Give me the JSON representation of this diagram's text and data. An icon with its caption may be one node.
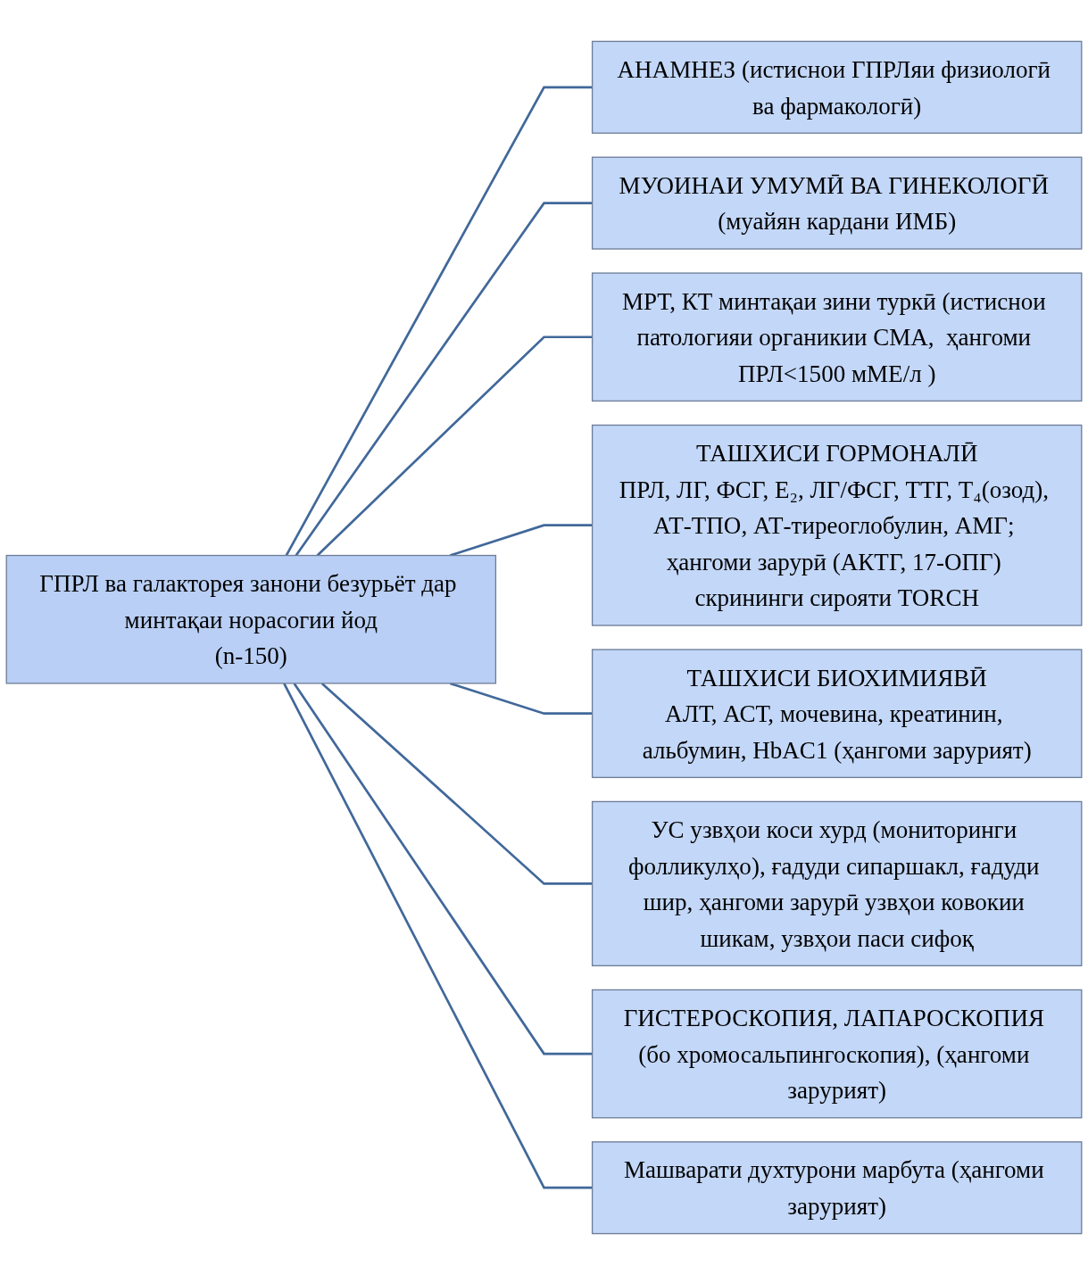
{
  "diagram": {
    "nodes": [
      {
        "text": [
          "ГПРЛ ва галакторея занони безурьёт дар минтақаи норасогии йод",
          "(n-150)"
        ]
      },
      {
        "text": [
          "АНАМНЕЗ (истиснои ГПРЛяи физиологӣ ва фармакологӣ)"
        ]
      },
      {
        "text": [
          "МУОИНАИ УМУМӢ ВА ГИНЕКОЛОГӢ (муайян кардани ИМБ)"
        ]
      },
      {
        "text": [
          "МРТ, КТ минтақаи зини туркӣ (истиснои патологияи органикии СМА,  ҳангоми ПРЛ<1500 мМЕ/л )"
        ]
      },
      {
        "text": [
          "ТАШХИСИ ГОРМОНАЛӢ",
          "ПРЛ, ЛГ, ФСГ, Е₂, ЛГ/ФСГ, ТТГ, Т₄(озод), АТ-ТПО, АТ-тиреоглобулин, АМГ; ҳангоми зарурӣ (АКТГ, 17-ОПГ) скрининги сирояти TORCH"
        ]
      },
      {
        "text": [
          "ТАШХИСИ БИОХИМИЯВӢ",
          "АЛТ, АСТ, мочевина, креатинин, альбумин, HbAC1 (ҳангоми зарурият)"
        ]
      },
      {
        "text": [
          "УС узвҳои коси хурд (мониторинги фолликулҳо), ғадуди сипаршакл, ғадуди шир, ҳангоми зарурӣ узвҳои ковокии шикам, узвҳои паси сифоқ"
        ]
      },
      {
        "text": [
          "ГИСТЕРОСКОПИЯ, ЛАПАРОСКОПИЯ (бо хромосальпингоскопия), (ҳангоми зарурият)"
        ]
      },
      {
        "text": [
          "Машварати духтурони марбута (ҳангоми зарурият)"
        ]
      }
    ],
    "edges": [
      {
        "from": 0,
        "to": 1,
        "arrow": "none"
      },
      {
        "from": 0,
        "to": 2,
        "arrow": "none"
      },
      {
        "from": 0,
        "to": 3,
        "arrow": "none"
      },
      {
        "from": 0,
        "to": 4,
        "arrow": "none"
      },
      {
        "from": 0,
        "to": 5,
        "arrow": "none"
      },
      {
        "from": 0,
        "to": 6,
        "arrow": "none"
      },
      {
        "from": 0,
        "to": 7,
        "arrow": "none"
      },
      {
        "from": 0,
        "to": 8,
        "arrow": "none"
      }
    ]
  }
}
